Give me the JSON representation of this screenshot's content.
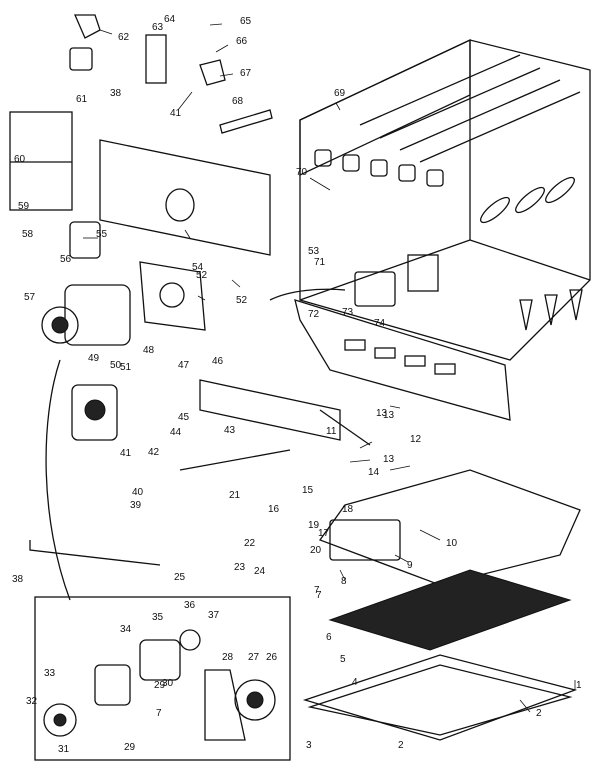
{
  "diagram": {
    "callouts": [
      "1",
      "2",
      "2",
      "3",
      "4",
      "5",
      "6",
      "7",
      "7",
      "7",
      "8",
      "9",
      "10",
      "11",
      "12",
      "13",
      "13",
      "13",
      "14",
      "15",
      "16",
      "17",
      "18",
      "19",
      "20",
      "21",
      "22",
      "23",
      "24",
      "25",
      "26",
      "27",
      "28",
      "29",
      "29",
      "30",
      "31",
      "32",
      "33",
      "34",
      "35",
      "36",
      "37",
      "38",
      "38",
      "39",
      "40",
      "41",
      "41",
      "42",
      "43",
      "44",
      "45",
      "46",
      "47",
      "48",
      "49",
      "50",
      "51",
      "52",
      "52",
      "53",
      "54",
      "55",
      "56",
      "57",
      "58",
      "59",
      "60",
      "61",
      "62",
      "63",
      "64",
      "65",
      "66",
      "67",
      "68",
      "69",
      "70",
      "71",
      "72",
      "73",
      "74"
    ]
  }
}
